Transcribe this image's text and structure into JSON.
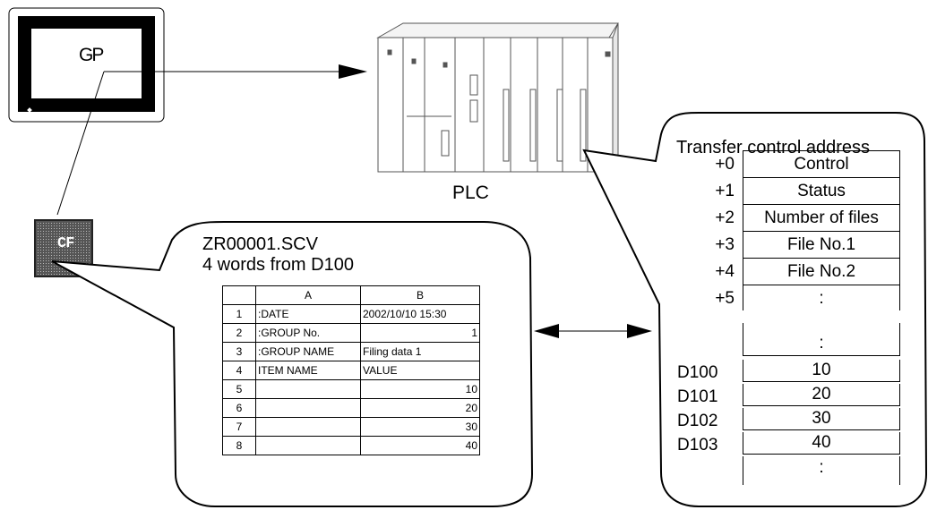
{
  "gp_label": "GP",
  "plc_label": "PLC",
  "cf_label": "CF",
  "file": {
    "name": "ZR00001.SCV",
    "subtitle": "4 words from D100"
  },
  "sheet": {
    "headers": [
      "",
      "A",
      "B"
    ],
    "rows": [
      {
        "n": "1",
        "a": ":DATE",
        "b": "2002/10/10 15:30"
      },
      {
        "n": "2",
        "a": ":GROUP No.",
        "b": "1"
      },
      {
        "n": "3",
        "a": ":GROUP NAME",
        "b": "Filing data 1"
      },
      {
        "n": "4",
        "a": "ITEM NAME",
        "b": "VALUE"
      },
      {
        "n": "5",
        "a": "",
        "b": "10"
      },
      {
        "n": "6",
        "a": "",
        "b": "20"
      },
      {
        "n": "7",
        "a": "",
        "b": "30"
      },
      {
        "n": "8",
        "a": "",
        "b": "40"
      }
    ]
  },
  "transfer": {
    "title": "Transfer control address",
    "rows": [
      {
        "offset": "+0",
        "value": "Control"
      },
      {
        "offset": "+1",
        "value": "Status"
      },
      {
        "offset": "+2",
        "value": "Number of files"
      },
      {
        "offset": "+3",
        "value": "File No.1"
      },
      {
        "offset": "+4",
        "value": "File No.2"
      },
      {
        "offset": "+5",
        "value": ":"
      }
    ],
    "gap_value": ":",
    "data_rows": [
      {
        "addr": "D100",
        "value": "10"
      },
      {
        "addr": "D101",
        "value": "20"
      },
      {
        "addr": "D102",
        "value": "30"
      },
      {
        "addr": "D103",
        "value": "40"
      }
    ],
    "end_value": ":"
  }
}
